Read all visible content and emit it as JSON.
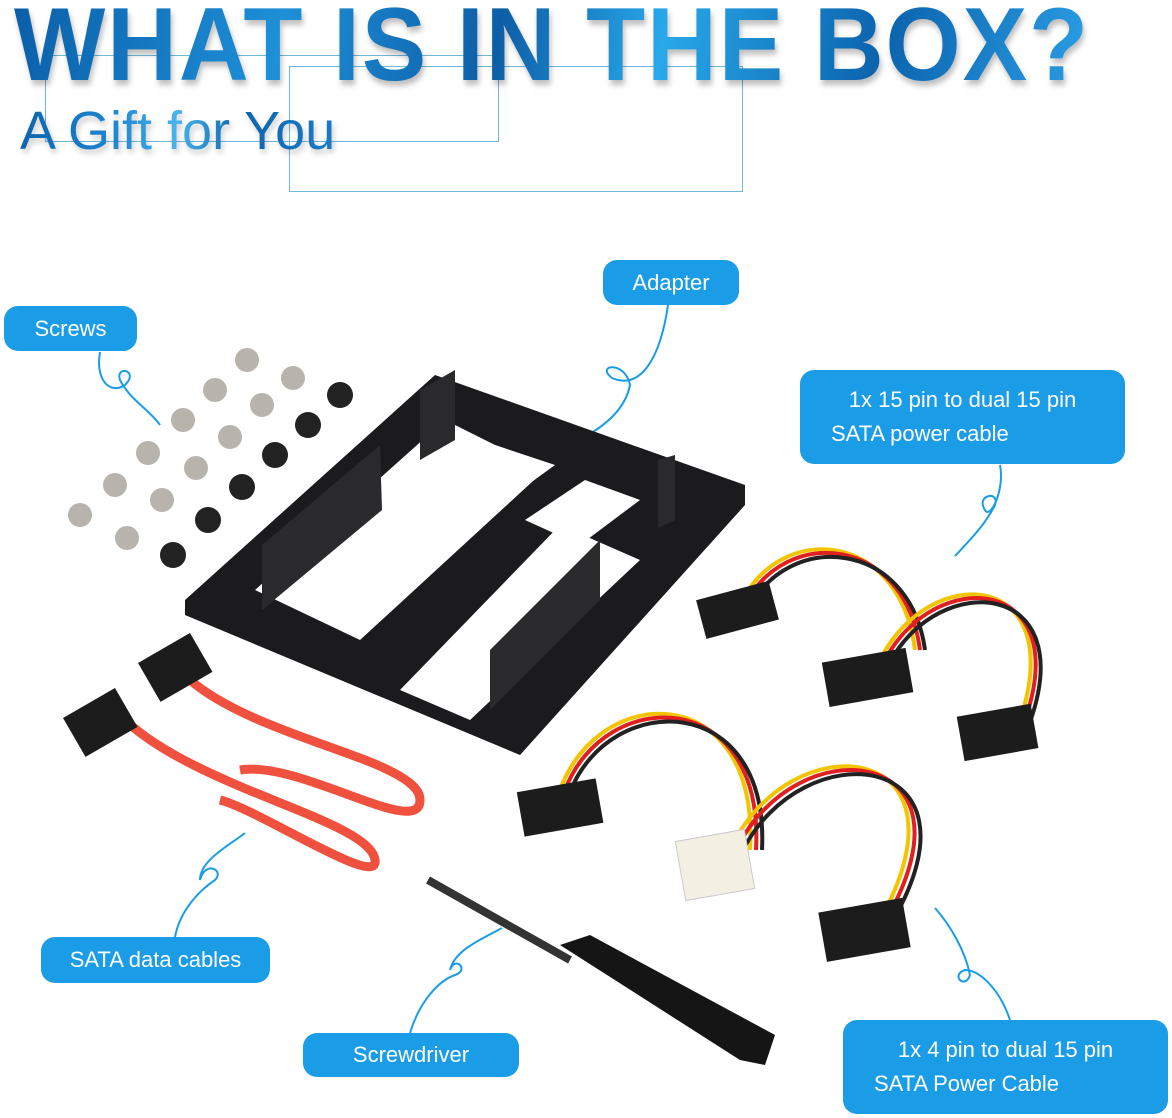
{
  "header": {
    "title": "WHAT IS IN THE BOX?",
    "subtitle": "A Gift for You"
  },
  "labels": {
    "adapter": "Adapter",
    "screws": "Screws",
    "cable_15pin_line1": "1x 15 pin to dual 15 pin",
    "cable_15pin_line2": "SATA power cable",
    "sata_data": "SATA data cables",
    "screwdriver": "Screwdriver",
    "cable_4pin_line1": "1x 4 pin to dual 15 pin",
    "cable_4pin_line2": "SATA Power Cable"
  },
  "colors": {
    "label_bg": "#1b9ce6",
    "accent": "#1e8fd8"
  }
}
